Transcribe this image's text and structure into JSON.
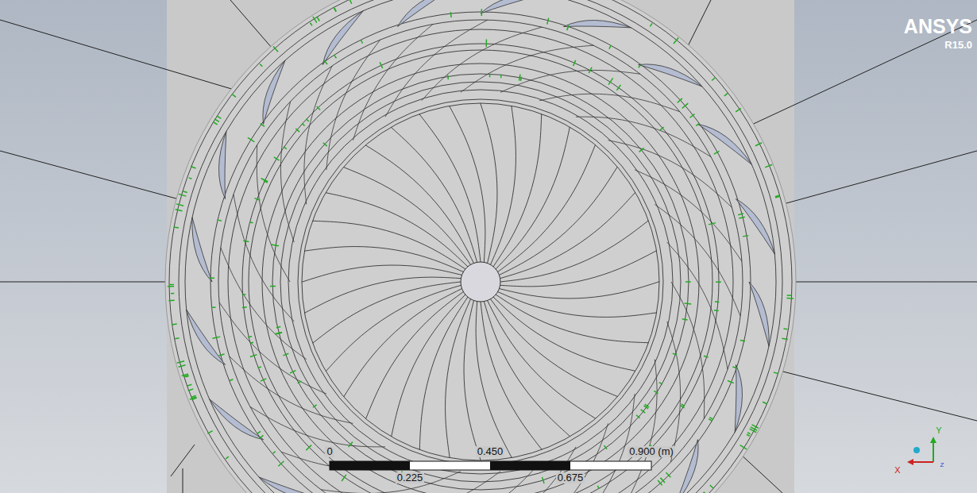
{
  "diagram": {
    "labels": [
      "ANSYS",
      "R15.0",
      "0",
      "0.450",
      "0.900 (m)",
      "0.225",
      "0.675",
      "Y",
      "X",
      "Z"
    ]
  }
}
